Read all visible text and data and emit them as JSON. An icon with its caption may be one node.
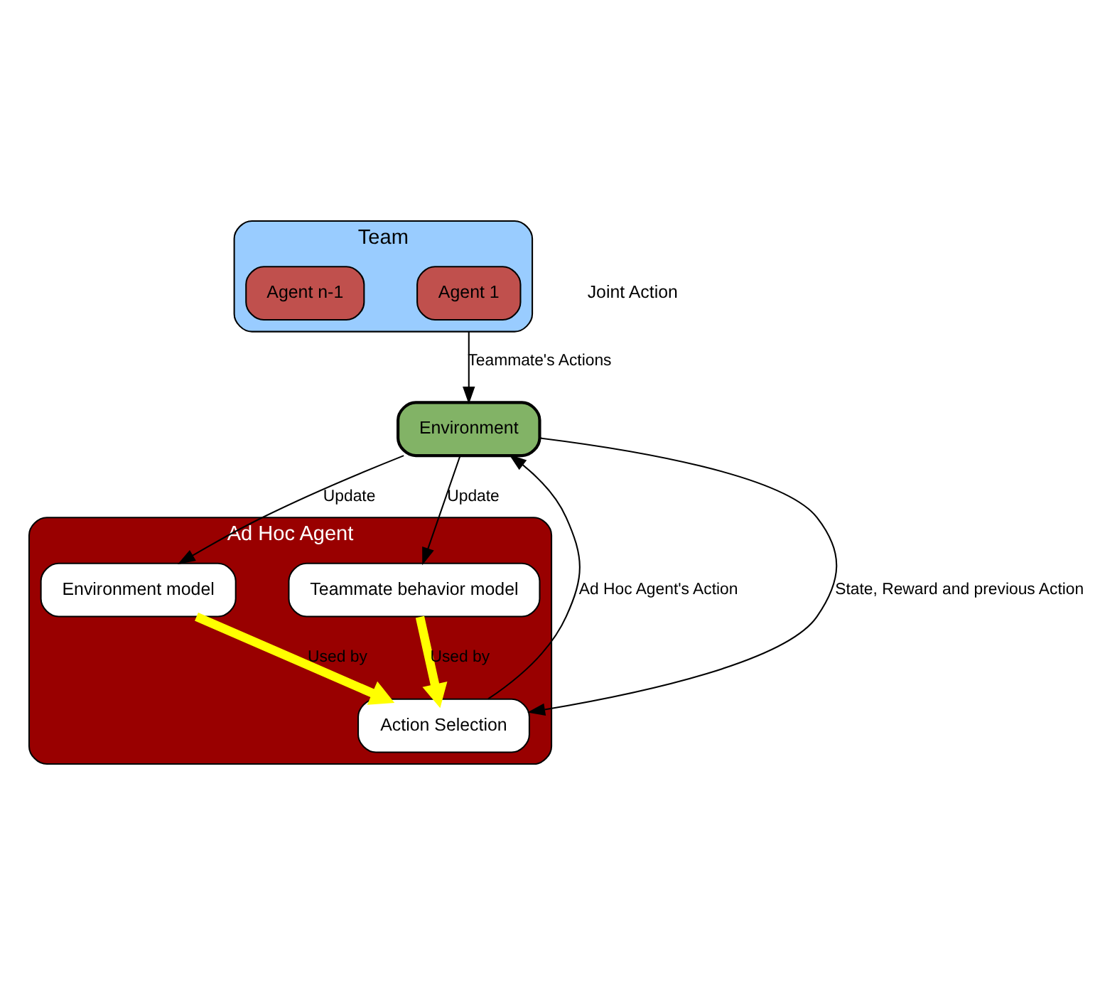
{
  "diagram": {
    "nodes": [
      {
        "text": [
          "Ad Hoc Agent"
        ]
      },
      {
        "text": [
          "Environment model"
        ],
        "in": 0
      },
      {
        "text": [
          "Teammate behavior model"
        ],
        "in": 0
      },
      {
        "text": [
          "Action Selection"
        ],
        "in": 0
      },
      {
        "text": [
          "Environment"
        ]
      },
      {
        "text": [
          "Team"
        ]
      },
      {
        "text": [
          "Agent 1"
        ],
        "in": 5
      },
      {
        "text": [
          "Agent n-1"
        ],
        "in": 5
      }
    ],
    "edges": [
      {
        "from": 4,
        "to": 1,
        "arrow": "to",
        "label": "Update"
      },
      {
        "from": 4,
        "to": 2,
        "arrow": "to",
        "label": "Update"
      },
      {
        "from": 4,
        "to": 3,
        "arrow": "to",
        "label": "State, Reward and previous Action"
      },
      {
        "from": 1,
        "to": 3,
        "arrow": "to",
        "label": "Used by",
        "style": "thick",
        "color": "#ffff00"
      },
      {
        "from": 2,
        "to": 3,
        "arrow": "to",
        "label": "Used by",
        "style": "thick",
        "color": "#ffff00"
      },
      {
        "from": 3,
        "to": 4,
        "arrow": "to",
        "label": "Ad Hoc Agent's Action"
      },
      {
        "from": 5,
        "to": 4,
        "arrow": "to",
        "label": "Teammate's Actions"
      }
    ],
    "labels": [
      "Joint Action"
    ]
  }
}
